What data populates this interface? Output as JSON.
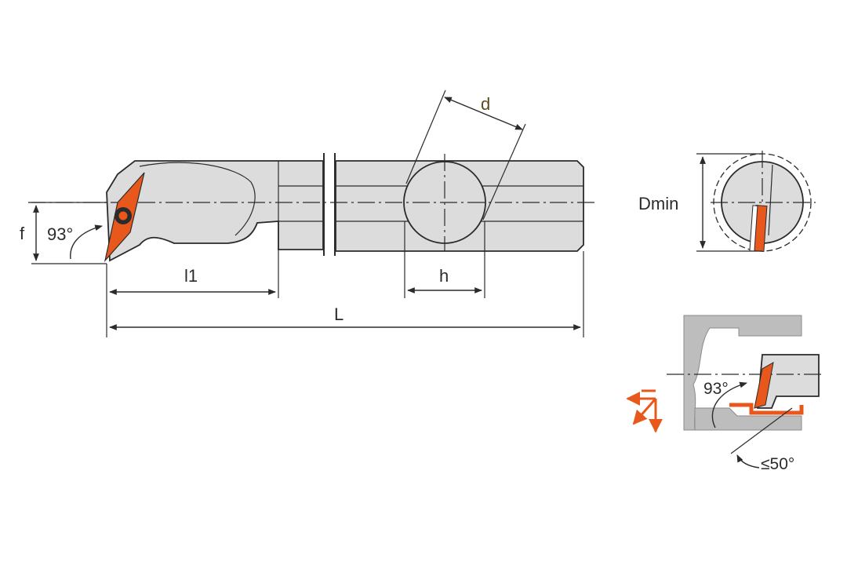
{
  "labels": {
    "f": "f",
    "angle_main": "93°",
    "l1": "l1",
    "L": "L",
    "h": "h",
    "d": "d",
    "dmin": "Dmin",
    "angle_detail": "93°",
    "ramp_angle": "≤50°"
  },
  "colors": {
    "insert": "#e8581c",
    "body": "#dcdcdc",
    "line": "#2b2b2b",
    "detail_bg": "#bdbdbd"
  }
}
